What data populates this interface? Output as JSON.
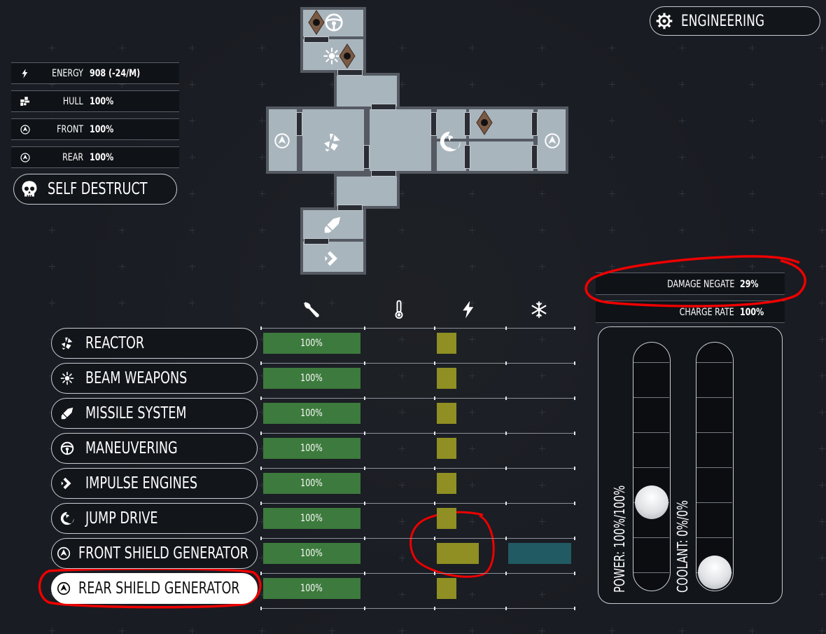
{
  "station": {
    "label": "ENGINEERING",
    "icon": "gear-icon"
  },
  "stats": [
    {
      "icon": "energy-icon",
      "label": "ENERGY",
      "value": "908 (-24/M)"
    },
    {
      "icon": "hull-icon",
      "label": "HULL",
      "value": "100%"
    },
    {
      "icon": "shield-icon",
      "label": "FRONT",
      "value": "100%"
    },
    {
      "icon": "shield-icon",
      "label": "REAR",
      "value": "100%"
    }
  ],
  "self_destruct": {
    "label": "SELF DESTRUCT",
    "icon": "skull-icon"
  },
  "info": [
    {
      "label": "DAMAGE NEGATE",
      "value": "29%"
    },
    {
      "label": "CHARGE RATE",
      "value": "100%"
    }
  ],
  "column_icons": [
    "wrench-icon",
    "thermometer-icon",
    "energy-icon",
    "snowflake-icon"
  ],
  "systems": [
    {
      "name": "REACTOR",
      "icon": "reactor-icon",
      "health": "100%",
      "power": 0.35,
      "coolant": 0
    },
    {
      "name": "BEAM WEAPONS",
      "icon": "beam-weapons-icon",
      "health": "100%",
      "power": 0.35,
      "coolant": 0
    },
    {
      "name": "MISSILE SYSTEM",
      "icon": "missile-icon",
      "health": "100%",
      "power": 0.35,
      "coolant": 0
    },
    {
      "name": "MANEUVERING",
      "icon": "steering-wheel-icon",
      "health": "100%",
      "power": 0.35,
      "coolant": 0
    },
    {
      "name": "IMPULSE ENGINES",
      "icon": "impulse-engine-icon",
      "health": "100%",
      "power": 0.35,
      "coolant": 0
    },
    {
      "name": "JUMP DRIVE",
      "icon": "jump-drive-icon",
      "health": "100%",
      "power": 0.35,
      "coolant": 0
    },
    {
      "name": "FRONT SHIELD GENERATOR",
      "icon": "shield-icon",
      "health": "100%",
      "power": 0.75,
      "coolant": 1.0
    },
    {
      "name": "REAR SHIELD GENERATOR",
      "icon": "shield-icon",
      "health": "100%",
      "power": 0.35,
      "coolant": 0,
      "selected": true
    }
  ],
  "sliders": {
    "power": {
      "label": "POWER: 100%/100%",
      "value": 1.0,
      "max": 3.0
    },
    "coolant": {
      "label": "COOLANT: 0%/0%",
      "value": 0.0,
      "max": 10.0
    }
  },
  "colors": {
    "health": "#3d7a3d",
    "power": "#8f8f23",
    "coolant": "#215a63",
    "accent": "#ffffff"
  }
}
